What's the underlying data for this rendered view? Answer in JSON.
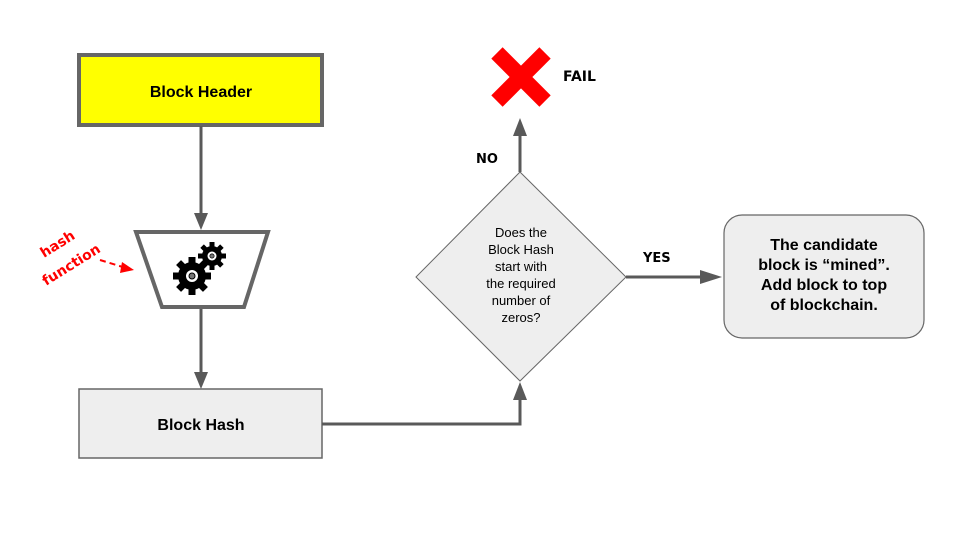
{
  "diagram": {
    "type": "flowchart",
    "title": "Block mining flow",
    "colors": {
      "line": "#595959",
      "box_border": "#666666",
      "header_fill": "#ffff00",
      "box_fill": "#eeeeee",
      "fail_red": "#ff0000",
      "annotation_red": "#ff0000",
      "gear": "#000000"
    },
    "nodes": {
      "block_header": {
        "label": "Block Header"
      },
      "hash_function": {
        "icon": "gears-icon",
        "annotation_lines": [
          "hash",
          "function"
        ]
      },
      "block_hash": {
        "label": "Block Hash"
      },
      "decision": {
        "lines": [
          "Does the",
          "Block Hash",
          "start with",
          "the required",
          "number of",
          "zeros?"
        ]
      },
      "fail": {
        "icon": "x-mark-icon",
        "label": "FAIL"
      },
      "success": {
        "lines": [
          "The candidate",
          "block is “mined”.",
          "Add block to top",
          "of blockchain."
        ]
      }
    },
    "edges": {
      "no_label": "NO",
      "yes_label": "YES"
    }
  }
}
